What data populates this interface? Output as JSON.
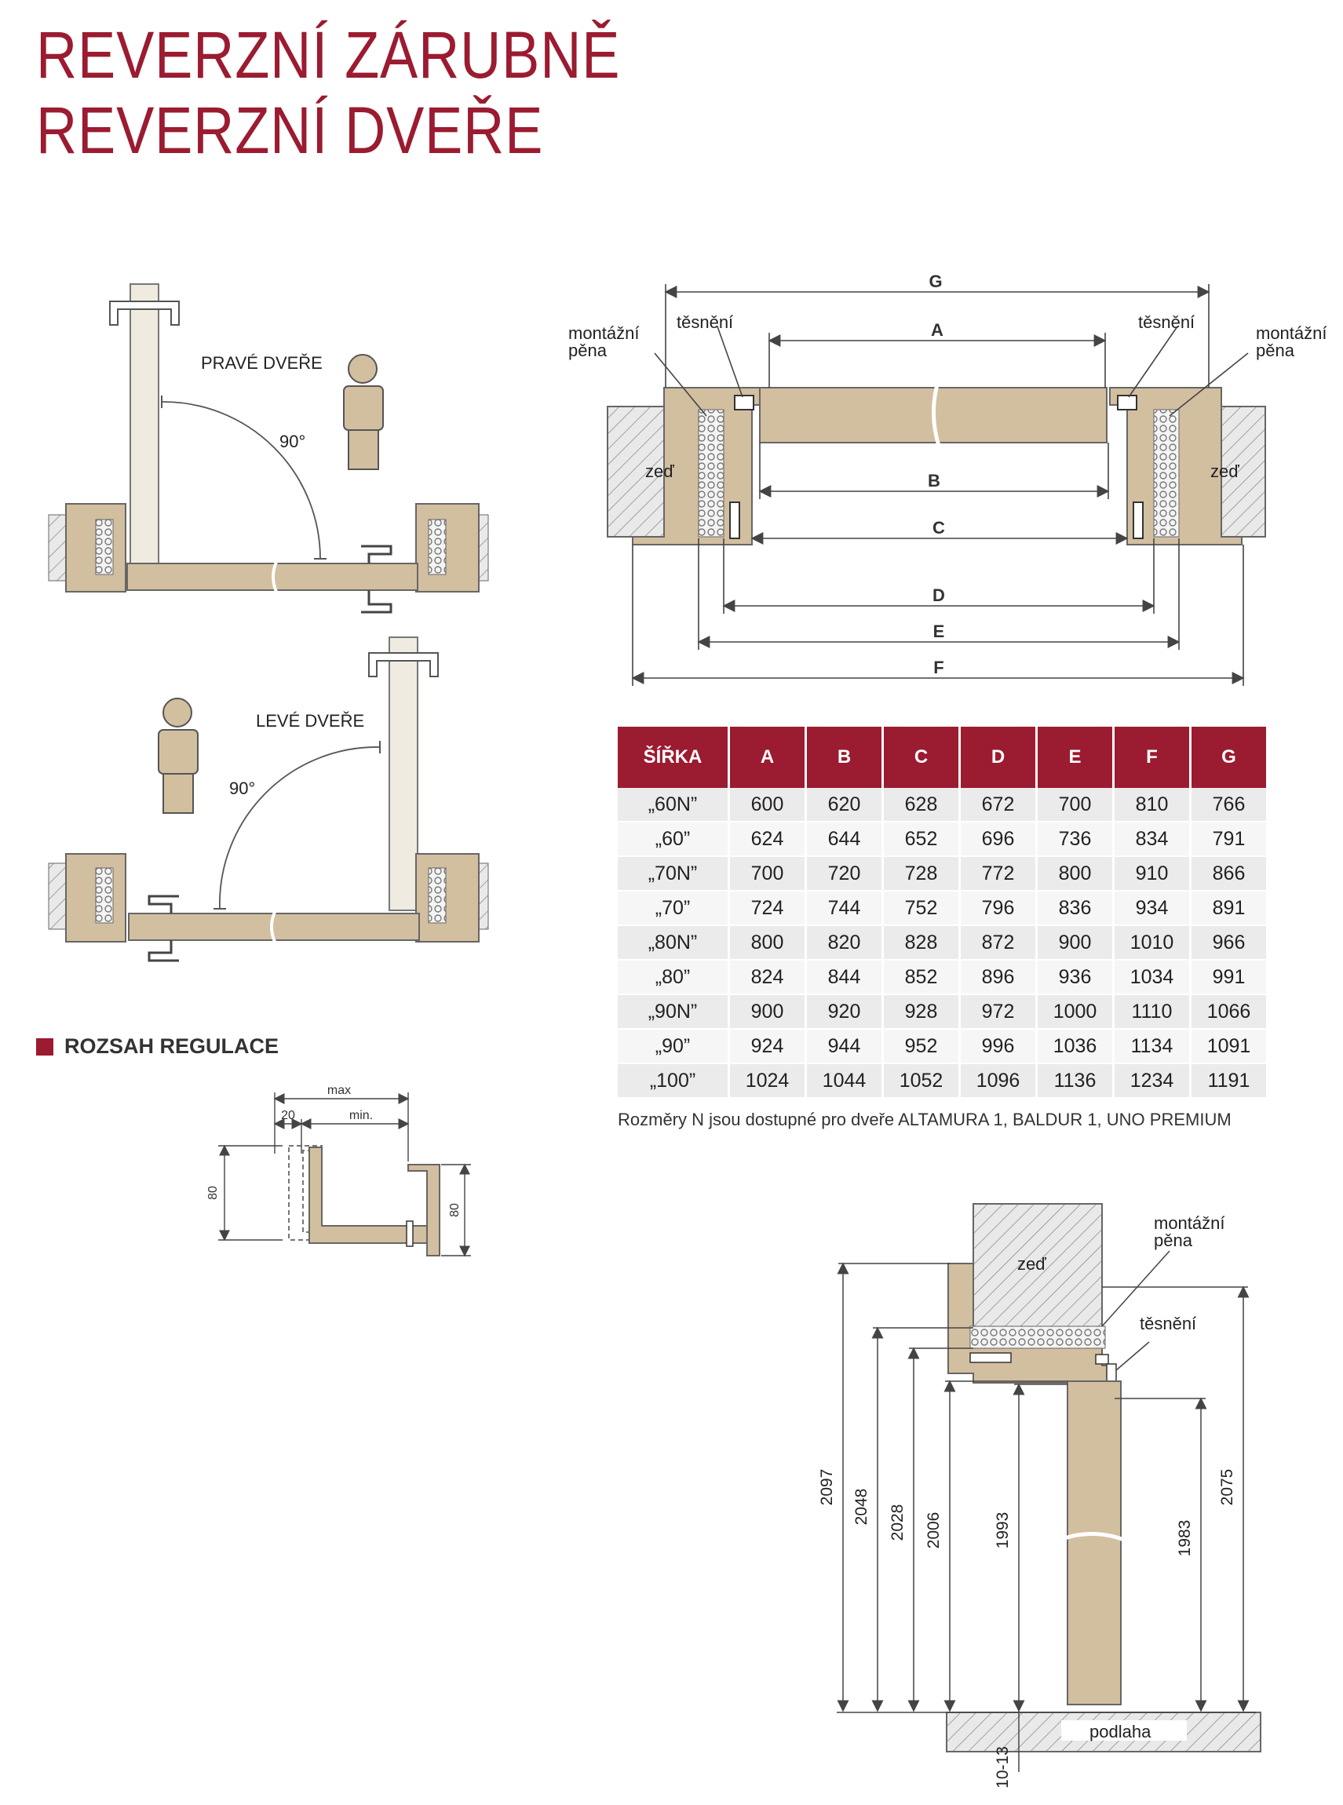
{
  "titles": {
    "line1": "REVERZNÍ ZÁRUBNĚ",
    "line2": "REVERZNÍ DVEŘE"
  },
  "left_diagram": {
    "right_door_label": "PRAVÉ DVEŘE",
    "left_door_label": "LEVÉ DVEŘE",
    "angle": "90°"
  },
  "plan_diagram": {
    "foam_label_left": [
      "montážní",
      "pěna"
    ],
    "seal_label_left": "těsnění",
    "seal_label_right": "těsnění",
    "foam_label_right": [
      "montážní",
      "pěna"
    ],
    "wall_label": "zeď",
    "dims": [
      "G",
      "A",
      "B",
      "C",
      "D",
      "E",
      "F"
    ]
  },
  "table": {
    "headers": [
      "ŠÍŘKA",
      "A",
      "B",
      "C",
      "D",
      "E",
      "F",
      "G"
    ],
    "rows": [
      [
        "„60N”",
        "600",
        "620",
        "628",
        "672",
        "700",
        "810",
        "766"
      ],
      [
        "„60”",
        "624",
        "644",
        "652",
        "696",
        "736",
        "834",
        "791"
      ],
      [
        "„70N”",
        "700",
        "720",
        "728",
        "772",
        "800",
        "910",
        "866"
      ],
      [
        "„70”",
        "724",
        "744",
        "752",
        "796",
        "836",
        "934",
        "891"
      ],
      [
        "„80N”",
        "800",
        "820",
        "828",
        "872",
        "900",
        "1010",
        "966"
      ],
      [
        "„80”",
        "824",
        "844",
        "852",
        "896",
        "936",
        "1034",
        "991"
      ],
      [
        "„90N”",
        "900",
        "920",
        "928",
        "972",
        "1000",
        "1110",
        "1066"
      ],
      [
        "„90”",
        "924",
        "944",
        "952",
        "996",
        "1036",
        "1134",
        "1091"
      ],
      [
        "„100”",
        "1024",
        "1044",
        "1052",
        "1096",
        "1136",
        "1234",
        "1191"
      ]
    ],
    "note": "Rozměry N jsou dostupné pro dveře ALTAMURA 1, BALDUR 1, UNO PREMIUM"
  },
  "regulation": {
    "title": "ROZSAH REGULACE",
    "max": "max",
    "twenty": "20",
    "min": "min.",
    "eighty_left": "80",
    "eighty_right": "80"
  },
  "section_diagram": {
    "foam_label": [
      "montážní",
      "pěna"
    ],
    "seal_label": "těsnění",
    "wall_label": "zeď",
    "floor_label": "podlaha",
    "heights": [
      "2097",
      "2048",
      "2028",
      "2006",
      "1993",
      "1983",
      "2075"
    ],
    "floor_gap": "10-13"
  },
  "colors": {
    "accent": "#9b1b30",
    "wood": "#d2bfa0",
    "door": "#c8b48f",
    "line": "#555555"
  }
}
